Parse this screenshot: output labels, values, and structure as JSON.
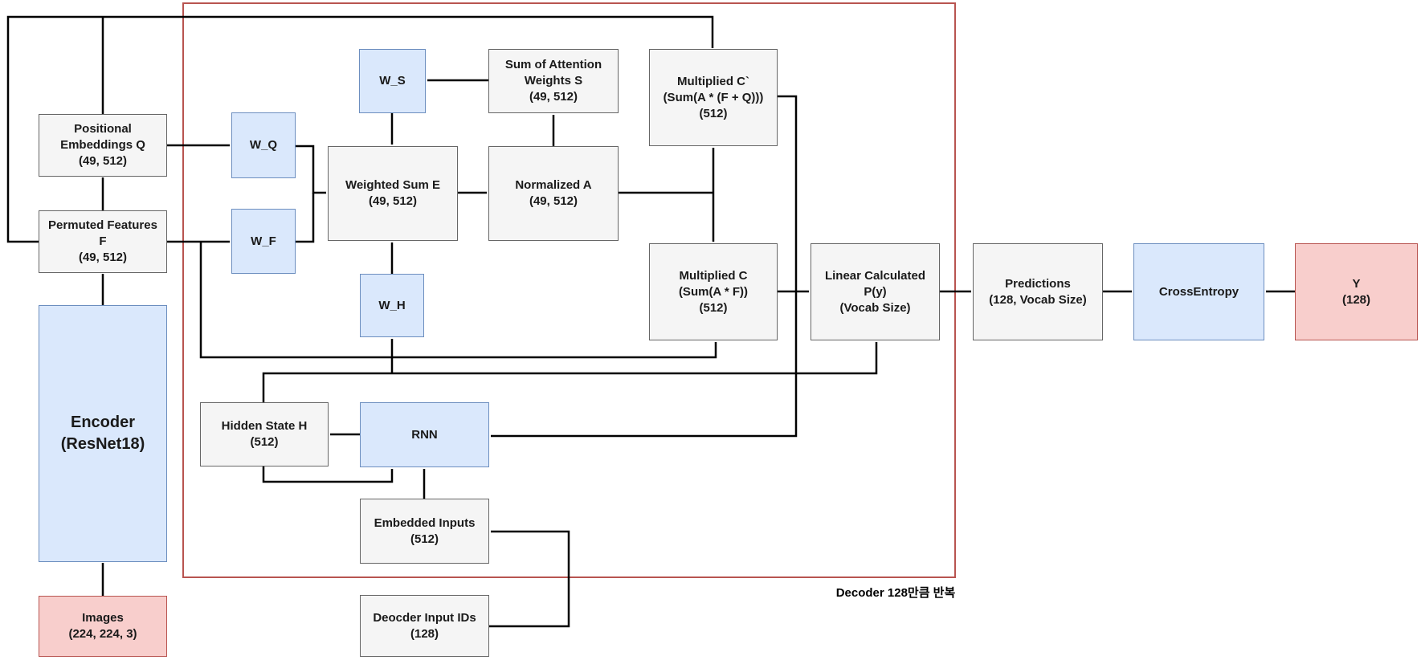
{
  "diagram": {
    "title_region": "Encoder-Decoder attention architecture diagram",
    "decoder_label": {
      "title": "Decoder",
      "subtitle": "128만큼 반복"
    },
    "colors": {
      "node_gray_fill": "#f5f5f5",
      "node_gray_border": "#666666",
      "node_blue_fill": "#dae8fc",
      "node_blue_border": "#6c8ebf",
      "node_pink_fill": "#f8cecc",
      "node_pink_border": "#b85450",
      "decoder_boundary": "#b85450",
      "connector": "#000000"
    },
    "nodes": {
      "q": {
        "lines": [
          "Positional",
          "Embeddings Q",
          "(49, 512)"
        ]
      },
      "f": {
        "lines": [
          "Permuted Features",
          "F",
          "(49, 512)"
        ]
      },
      "encoder": {
        "lines": [
          "Encoder",
          "(ResNet18)"
        ]
      },
      "images": {
        "lines": [
          "Images",
          "(224, 224, 3)"
        ]
      },
      "wq": {
        "lines": [
          "W_Q"
        ]
      },
      "wf": {
        "lines": [
          "W_F"
        ]
      },
      "ws": {
        "lines": [
          "W_S"
        ]
      },
      "wh": {
        "lines": [
          "W_H"
        ]
      },
      "e": {
        "lines": [
          "Weighted Sum E",
          "(49, 512)"
        ]
      },
      "a": {
        "lines": [
          "Normalized A",
          "(49, 512)"
        ]
      },
      "s": {
        "lines": [
          "Sum of Attention",
          "Weights S",
          "(49, 512)"
        ]
      },
      "cprime": {
        "lines": [
          "Multiplied C`",
          "(Sum(A * (F + Q)))",
          "(512)"
        ]
      },
      "c": {
        "lines": [
          "Multiplied C",
          "(Sum(A * F))",
          "(512)"
        ]
      },
      "hidden": {
        "lines": [
          "Hidden State H",
          "(512)"
        ]
      },
      "rnn": {
        "lines": [
          "RNN"
        ]
      },
      "embedded": {
        "lines": [
          "Embedded Inputs",
          "(512)"
        ]
      },
      "decids": {
        "lines": [
          "Deocder Input IDs",
          "(128)"
        ]
      },
      "linear": {
        "lines": [
          "Linear Calculated",
          "P(y)",
          "(Vocab Size)"
        ]
      },
      "predictions": {
        "lines": [
          "Predictions",
          "(128, Vocab Size)"
        ]
      },
      "crossentropy": {
        "lines": [
          "CrossEntropy"
        ]
      },
      "y": {
        "lines": [
          "Y",
          "(128)"
        ]
      }
    }
  }
}
